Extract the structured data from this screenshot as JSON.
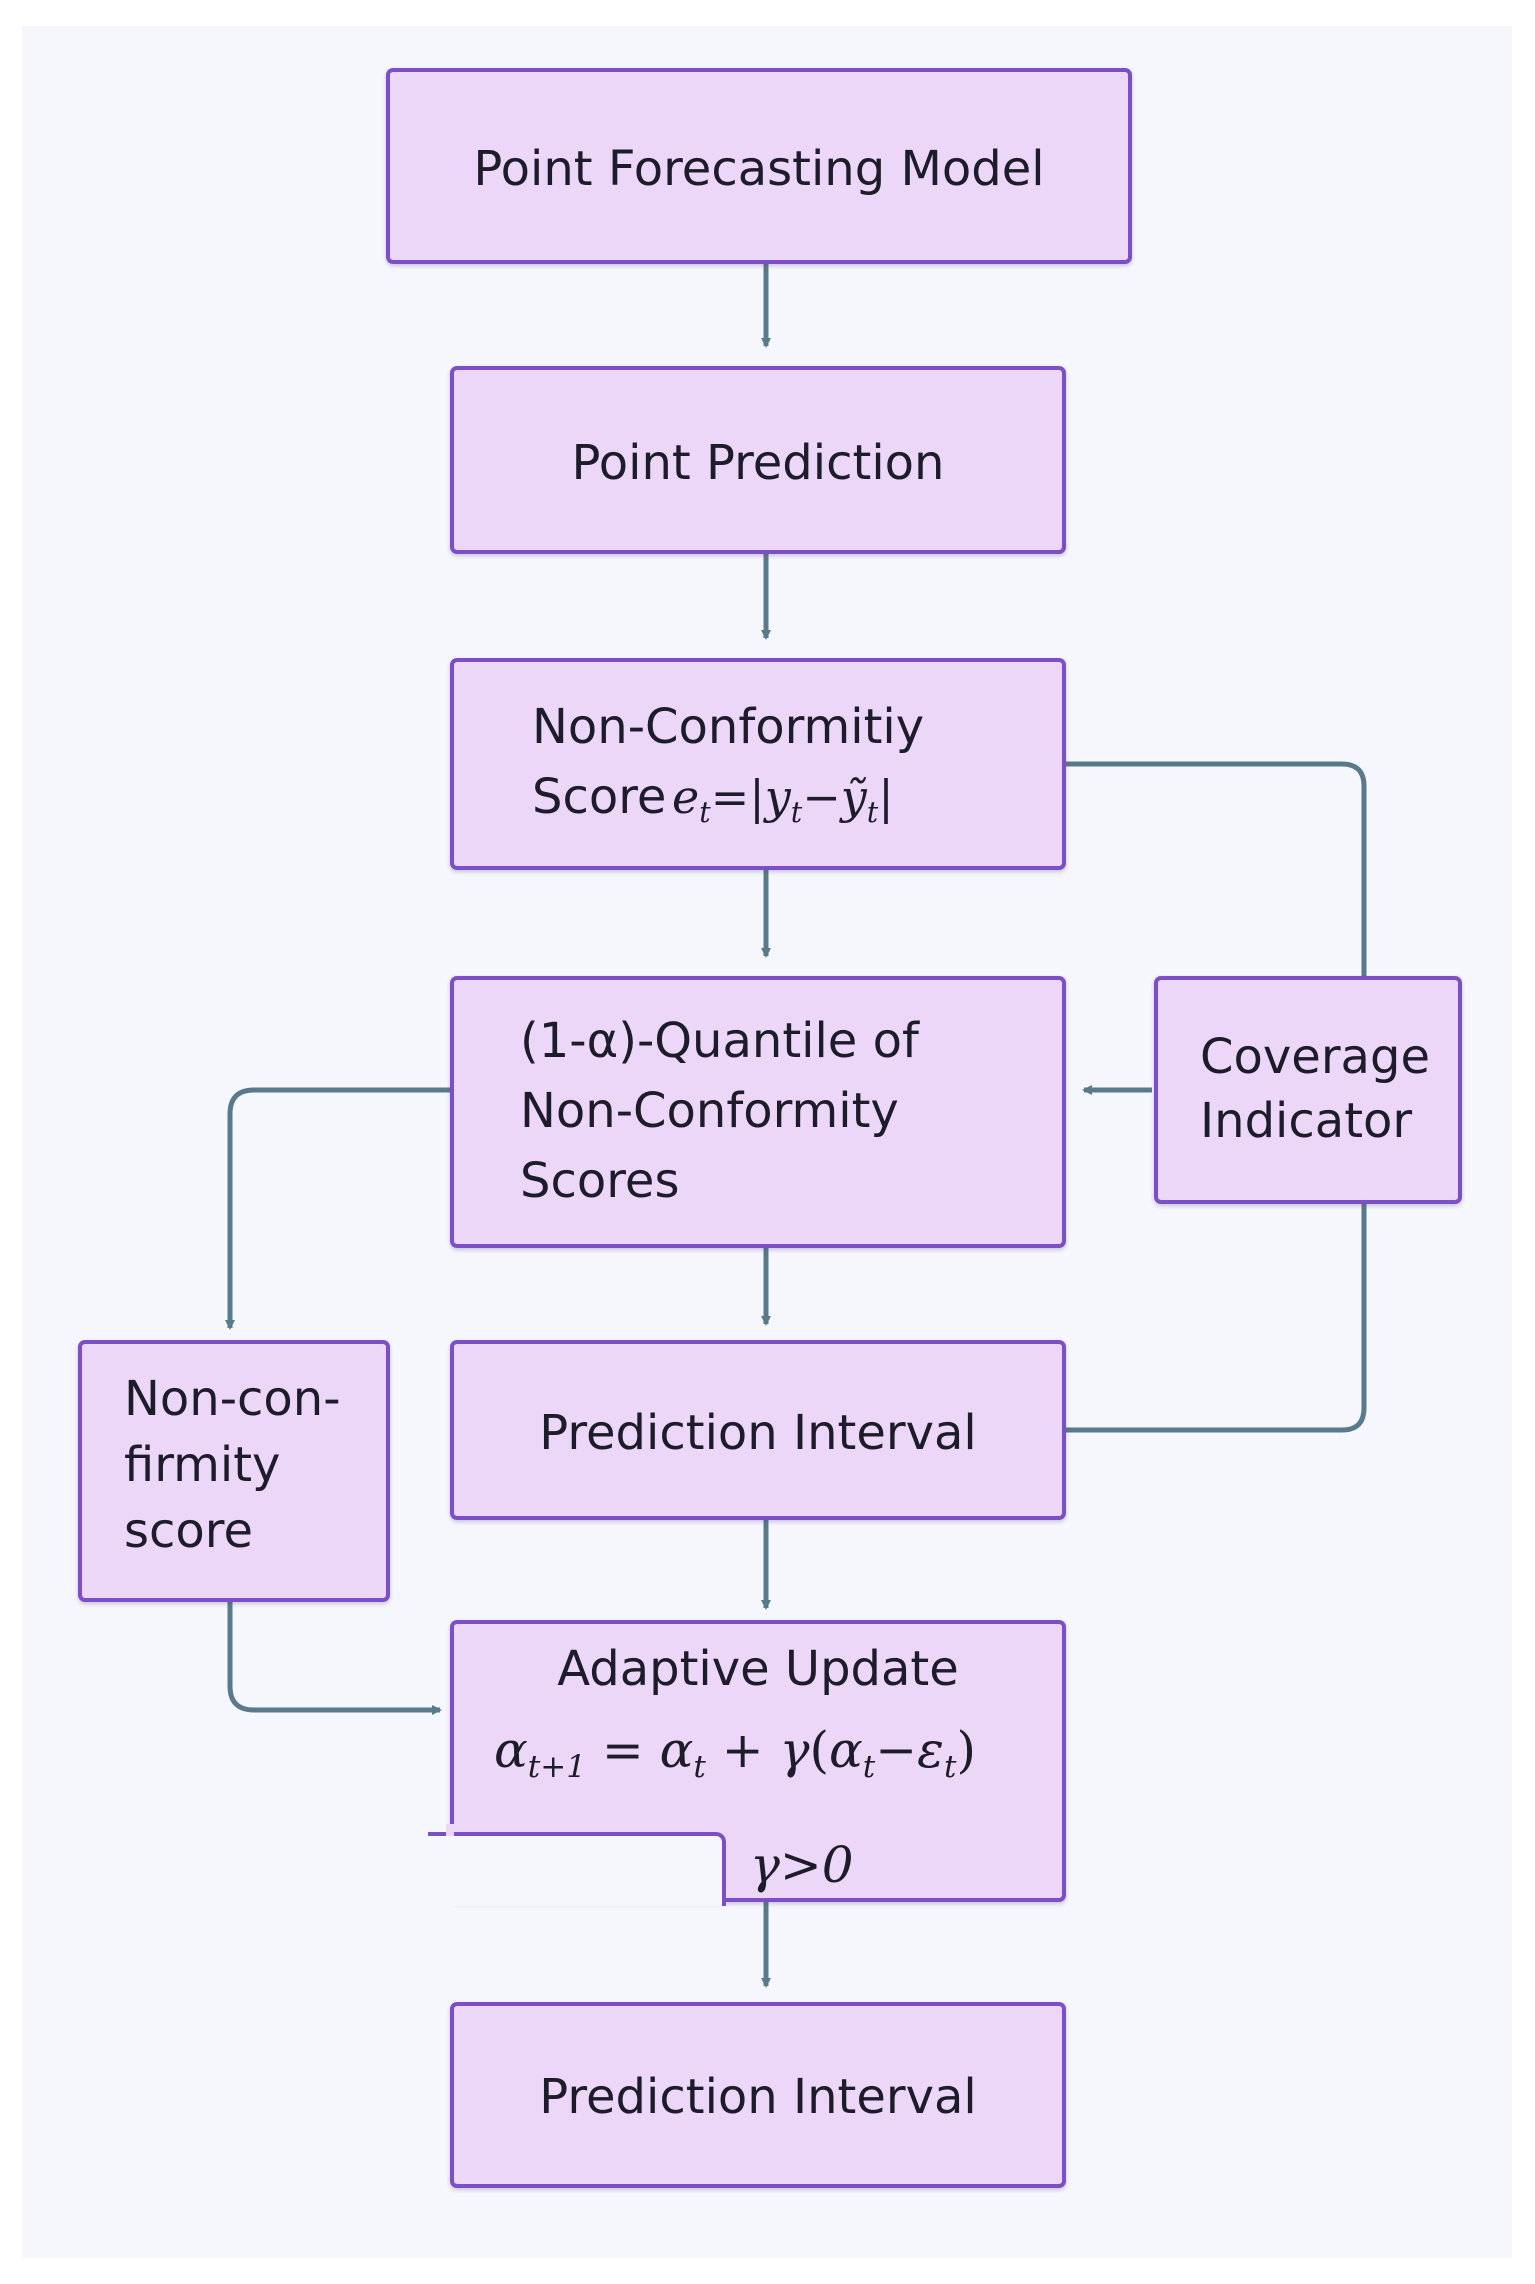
{
  "diagram": {
    "nodes": {
      "forecast_model": {
        "label": "Point Forecasting Model"
      },
      "point_prediction": {
        "label": "Point Prediction"
      },
      "nonconformity": {
        "line1": "Non-Conformitiy",
        "line2": "Score",
        "formula": {
          "lhs": "e",
          "lhs_sub": "t",
          "eq": "=",
          "bar1": "|",
          "y": "y",
          "y_sub": "t",
          "minus": "−",
          "ytilde": "ỹ",
          "ytilde_sub": "t",
          "bar2": "|"
        }
      },
      "quantile": {
        "lines": [
          "(1-α)-Quantile of",
          "Non-Conformity",
          "Scores"
        ]
      },
      "coverage": {
        "lines": [
          "Coverage",
          "Indicator"
        ]
      },
      "prediction_interval_1": {
        "label": "Prediction Interval"
      },
      "nonconformity_side": {
        "lines": [
          "Non-con-",
          "firmity",
          "score"
        ]
      },
      "adaptive_update": {
        "title": "Adaptive Update",
        "formula": {
          "a1": "α",
          "a1_sub": "t+1",
          "eq": "=",
          "a2": "α",
          "a2_sub": "t",
          "plus": "+",
          "gamma": "γ",
          "lp": "(",
          "a3": "α",
          "a3_sub": "t",
          "minus": "−",
          "eps": "ε",
          "eps_sub": "t",
          "rp": ")"
        },
        "condition": "γ>0"
      },
      "prediction_interval_2": {
        "label": "Prediction Interval"
      }
    },
    "colors": {
      "box_fill": "#ecd7f8",
      "box_border": "#7d4fc6",
      "connector": "#587a8a",
      "background": "#f6f7fc",
      "text": "#1d1c2a"
    }
  }
}
